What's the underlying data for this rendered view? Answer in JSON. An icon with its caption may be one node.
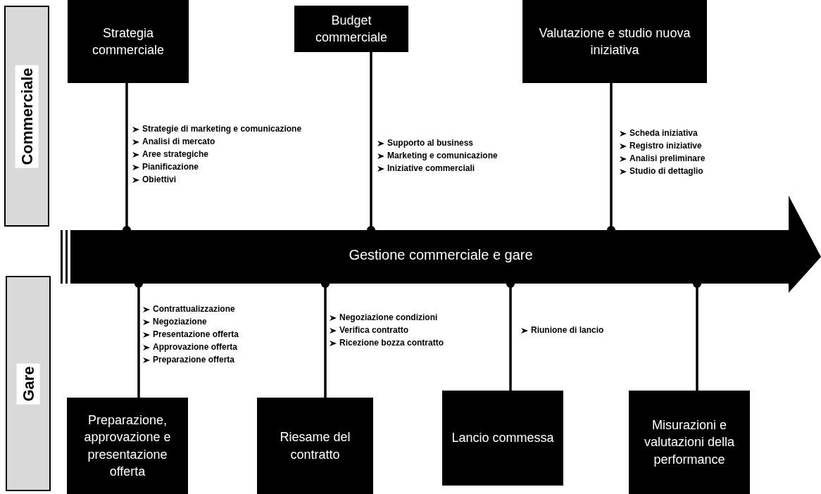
{
  "diagram": {
    "nodes": [
      {
        "text": [
          "Commerciale"
        ]
      },
      {
        "text": [
          "Strategia commerciale"
        ]
      },
      {
        "text": [
          "Budget commerciale"
        ]
      },
      {
        "text": [
          "Valutazione e studio nuova iniziativa"
        ]
      },
      {
        "text": [
          "Gestione commerciale e gare"
        ]
      },
      {
        "text": [
          "Gare"
        ]
      },
      {
        "text": [
          "Preparazione, approvazione e presentazione offerta"
        ]
      },
      {
        "text": [
          "Riesame del contratto"
        ]
      },
      {
        "text": [
          "Lancio commessa"
        ]
      },
      {
        "text": [
          "Misurazioni e valutazioni della performance"
        ]
      }
    ],
    "edges": [
      {
        "from": 1,
        "to": 4,
        "arrow": "other"
      },
      {
        "from": 2,
        "to": 4,
        "arrow": "other"
      },
      {
        "from": 3,
        "to": 4,
        "arrow": "other"
      },
      {
        "from": 6,
        "to": 4,
        "arrow": "other"
      },
      {
        "from": 7,
        "to": 4,
        "arrow": "other"
      },
      {
        "from": 8,
        "to": 4,
        "arrow": "other"
      },
      {
        "from": 9,
        "to": 4,
        "arrow": "other"
      }
    ],
    "labels": [
      "Strategie di marketing e comunicazione",
      "Analisi di mercato",
      "Aree strategiche",
      "Pianificazione",
      "Obiettivi",
      "Supporto al business",
      "Marketing e comunicazione",
      "Iniziative commerciali",
      "Scheda iniziativa",
      "Registro iniziative",
      "Analisi preliminare",
      "Studio di dettaglio",
      "Contrattualizzazione",
      "Negoziazione",
      "Presentazione offerta",
      "Approvazione offerta",
      "Preparazione offerta",
      "Negoziazione condizioni",
      "Verifica contratto",
      "Ricezione bozza contratto",
      "Riunione di lancio"
    ]
  }
}
